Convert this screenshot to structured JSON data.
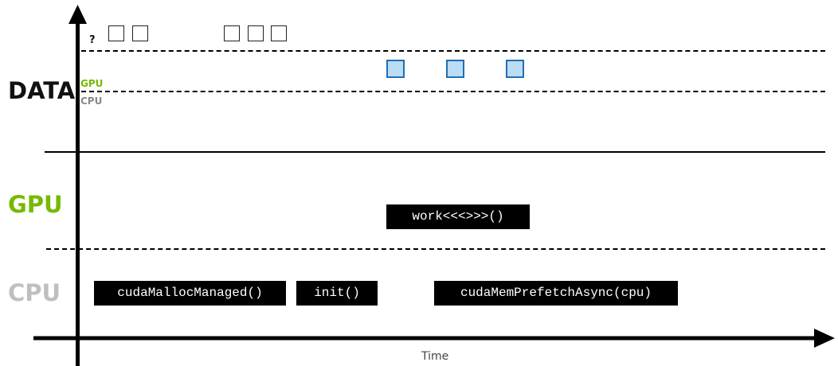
{
  "lanes": {
    "data": "DATA",
    "gpu": "GPU",
    "cpu": "CPU"
  },
  "data_sublanes": {
    "gpu": "GPU",
    "cpu": "CPU"
  },
  "unknown_marker": "?",
  "operations": {
    "gpu_kernel": "work<<<>>>()",
    "cpu_malloc": "cudaMallocManaged()",
    "cpu_init": "init()",
    "cpu_prefetch": "cudaMemPrefetchAsync(cpu)"
  },
  "axis": {
    "x_label": "Time"
  },
  "colors": {
    "gpu_green": "#76b900",
    "cpu_gray": "#bfbfbf",
    "cpu_small_gray": "#888888",
    "page_fill": "#bcdcf4",
    "page_border": "#1f6fb5"
  }
}
